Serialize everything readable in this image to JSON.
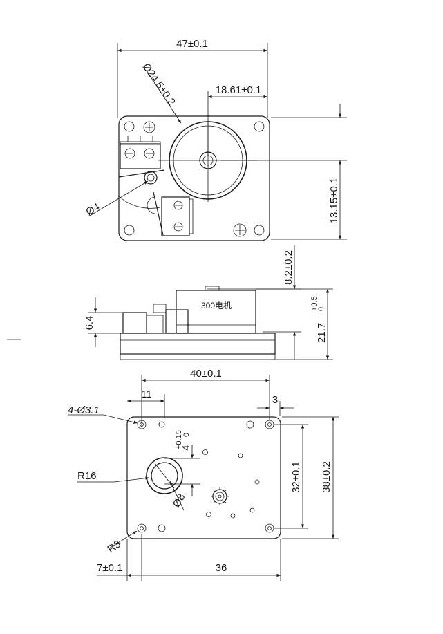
{
  "top_view": {
    "width": "47±0.1",
    "motor_dia": "Ø24.5±0.2",
    "shaft_offset": "18.61±0.1",
    "shaft_height": "13.15±0.1",
    "hole_dia": "Ø4"
  },
  "side_view": {
    "motor_height": "8.2±0.2",
    "motor_label": "300电机",
    "switch_height": "6.4",
    "total_height": "21.7",
    "tol_upper": "+0.5",
    "tol_lower": "0"
  },
  "bottom_view": {
    "width_40": "40±0.1",
    "dim_11": "11",
    "dim_3": "3",
    "holes": "4-Ø3.1",
    "dim_4": "4",
    "tol_upper": "+0.15",
    "tol_lower": "0",
    "r16": "R16",
    "dia_8": "Ø8",
    "r3": "R3",
    "dim_32": "32±0.1",
    "dim_38": "38±0.2",
    "dim_7": "7±0.1",
    "dim_36": "36"
  }
}
